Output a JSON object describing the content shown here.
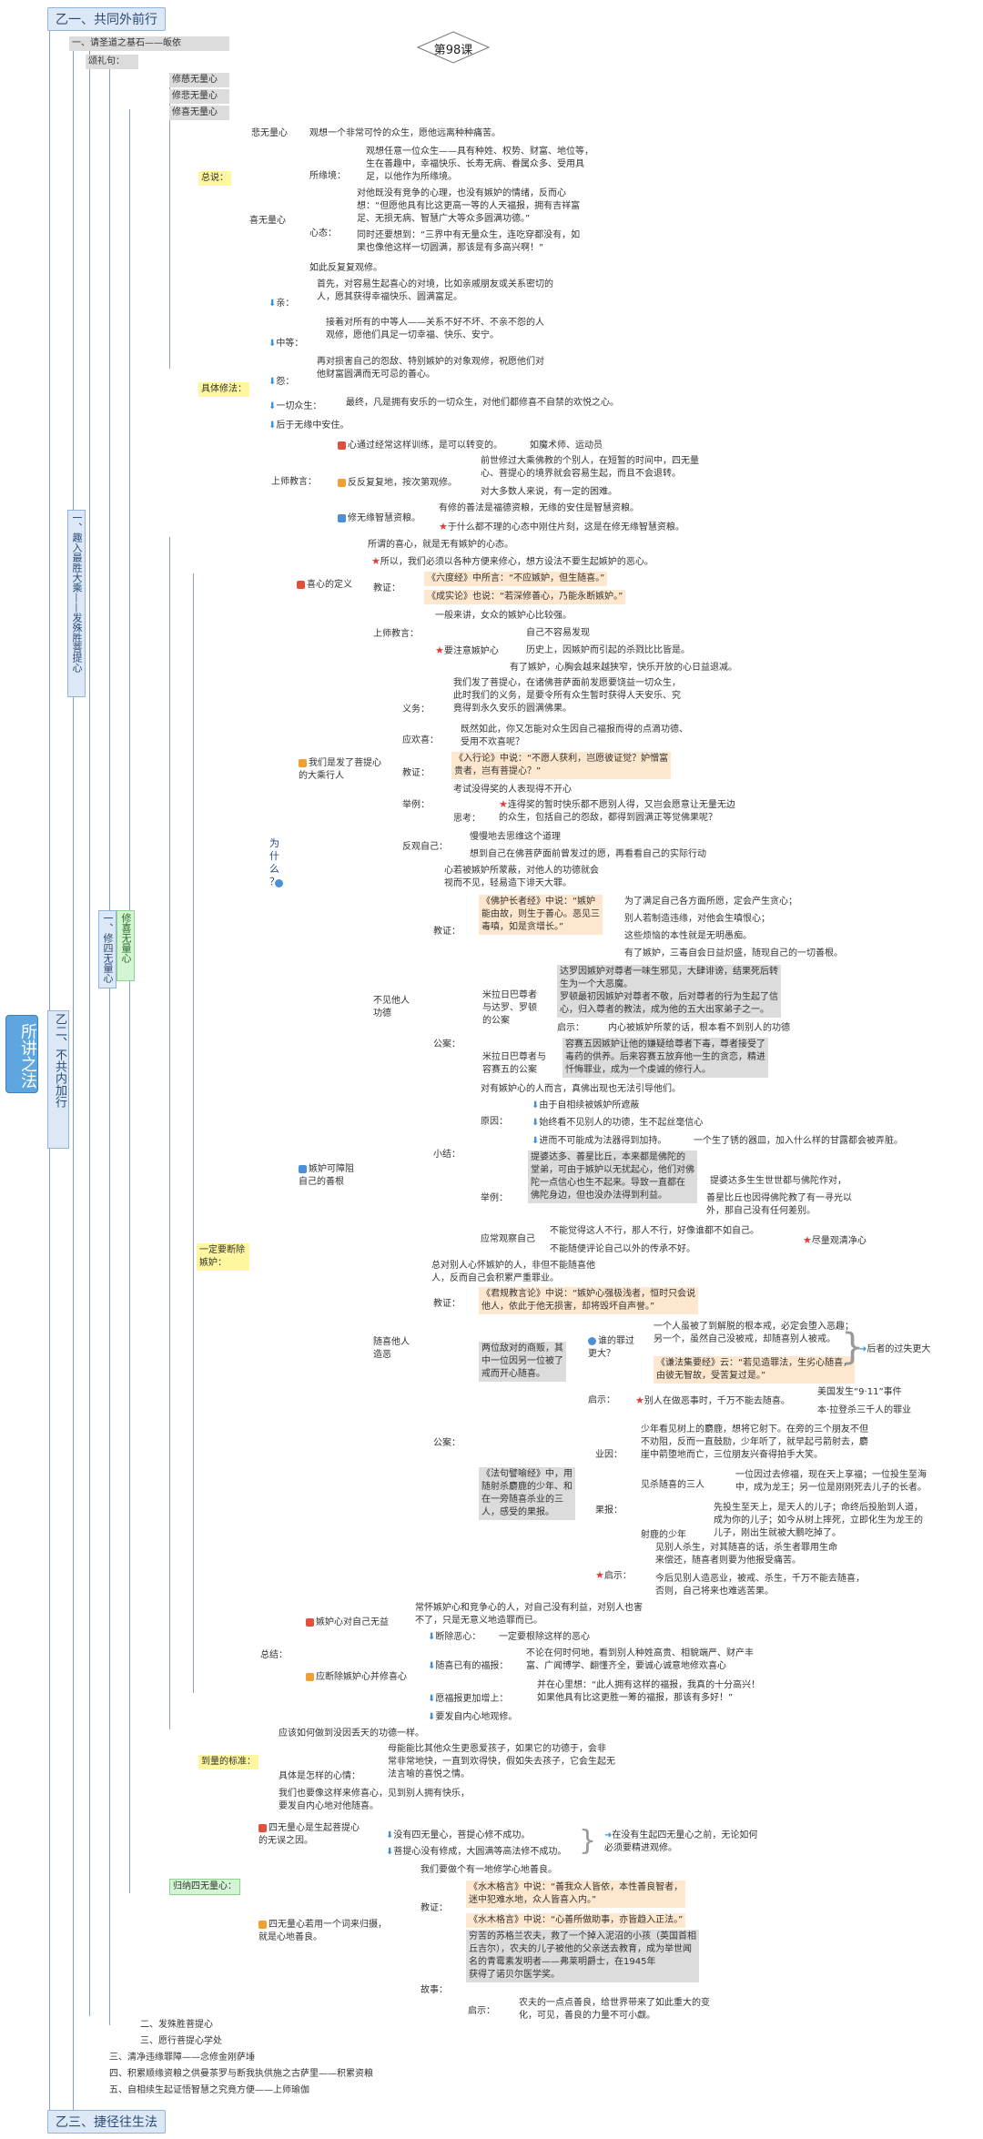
{
  "root": "所讲之法",
  "top": [
    "乙一、共同外前行",
    "乙二、不共内加行",
    "乙三、捷径往生法"
  ],
  "lesson": "第98课",
  "b1": [
    "一、请圣道之基石——皈依",
    "一、趣入最胜大乘——发殊胜菩提心",
    "二、发殊胜菩提心",
    "三、愿行菩提心学处",
    "三、清净违缘罪障——念修金刚萨埵",
    "四、积累顺缘资粮之供曼茶罗与断我执供施之古萨里——积累资粮",
    "五、自相续生起证悟智慧之究竟方便——上师瑜伽"
  ],
  "praise": "颂礼句：",
  "four": [
    "修慈无量心",
    "修悲无量心",
    "修喜无量心"
  ],
  "cur": "修喜无量心",
  "ch": {
    "zs": "总说：",
    "jtxf": "具体修法：",
    "ydds": "一定要断除嫉妒：",
    "ddbz": "到量的标准：",
    "gn": "归纳四无量心："
  },
  "zs": [
    {
      "k": "悲无量心",
      "v": "观想一个非常可怜的众生，愿他远离种种痛苦。"
    },
    {
      "k": "所缘境：",
      "v": "观想任意一位众生——具有种姓、权势、财富、地位等，\n生在善趣中，幸福快乐、长寿无病、眷属众多、受用具\n足，以他作为所缘境。"
    },
    {
      "k": "心态：",
      "v": "对他既没有竞争的心理，也没有嫉妒的情绪，反而心\n想：“但愿他具有比这更高一等的人天福报，拥有吉祥富\n足、无损无病、智慧广大等众多圆满功德。”"
    },
    {
      "k": "",
      "v": "同时还要想到：“三界中有无量众生，连吃穿都没有，如\n果也像他这样一切圆满，那该是有多高兴啊！”"
    },
    {
      "k": "",
      "v": "如此反复复观修。"
    },
    {
      "k": "喜无量心",
      "v": ""
    }
  ],
  "jt": [
    {
      "k": "亲：",
      "v": "首先，对容易生起喜心的对境，比如亲戚朋友或关系密切的\n人，愿其获得幸福快乐、圆满富足。"
    },
    {
      "k": "中等：",
      "v": "接着对所有的中等人——关系不好不坏、不亲不怨的人\n观修，愿他们具足一切幸福、快乐、安宁。"
    },
    {
      "k": "怨：",
      "v": "再对损害自己的怨敌、特别嫉妒的对象观修，祝愿他们对\n他财富圆满而无可忌的善心。"
    },
    {
      "k": "一切众生：",
      "v": "最终，凡是拥有安乐的一切众生，对他们都修喜不自禁的欢悦之心。"
    },
    {
      "k": "后于无缘中安住。",
      "v": ""
    }
  ],
  "sj": {
    "label": "上师教言：",
    "a": "心通过经常这样训练，是可以转变的。",
    "a2": "如魔术师、运动员",
    "b": "反反复复地，按次第观修。",
    "b2": "前世修过大乘佛教的个别人，在短暂的时间中，四无量\n心、菩提心的境界就会容易生起，而且不会退转。",
    "b3": "对大多数人来说，有一定的困难。",
    "c": "修无缘智慧资粮。",
    "c2": "有修的善法是福德资粮，无缘的安住是智慧资粮。",
    "c3": "于什么都不理的心态中刚住片刻，这是在修无缘智慧资粮。"
  },
  "xx": {
    "t": "喜心的定义",
    "a": "所谓的喜心，就是无有嫉妒的心态。",
    "b": "所以，我们必须以各种方便来修心，想方设法不要生起嫉妒的恶心。",
    "jz": "教证：",
    "jz1": "《六度经》中所言：“不应嫉妒，但生随喜。”",
    "jz2": "《成实论》也说：“若深修善心，乃能永断嫉妒。”",
    "sj": "上师教言：",
    "s1": "一般来讲，女众的嫉妒心比较强。",
    "s2": "要注意嫉妒心",
    "s3": "自己不容易发现",
    "s4": "历史上，因嫉妒而引起的杀戮比比皆是。",
    "s5": "有了嫉妒，心胸会越来越狭窄，快乐开放的心日益退减。"
  },
  "why": "为\n什\n么\n？",
  "fp": {
    "t": "我们是发了菩提心\n的大乘行人",
    "yw": "义务：",
    "yw1": "我们发了菩提心，在诸佛菩萨面前发愿要饶益一切众生，\n此时我们的义务，是要令所有众生暂时获得人天安乐、究\n竟得到永久安乐的圆满佛果。",
    "yh": "应欢喜：",
    "yh1": "既然如此，你又怎能对众生因自己福报而得的点滴功德、\n受用不欢喜呢？",
    "jz": "教证：",
    "jz1": "《入行论》中说：“不愿人获利，岂愿彼证觉？妒憎富\n贵者，岂有菩提心？”",
    "jl": "举例：",
    "jl1": "考试没得奖的人表现得不开心",
    "yk": "思考：",
    "yk1": "连得奖的暂时快乐都不愿别人得，又岂会愿意让无量无边\n的众生，包括自己的怨敌，都得到圆满正等觉佛果呢？",
    "fx": "反观自己：",
    "fx1": "慢慢地去思维这个道理",
    "fx2": "想到自己在佛菩萨面前曾发过的愿，再看看自己的实际行动"
  },
  "jd": {
    "t": "嫉妒可障阻\n自己的善根",
    "bj": "不见他人\n功德",
    "bj1": "心若被嫉妒所蒙蔽，对他人的功德就会\n视而不见，轻易造下诽天大罪。",
    "jz": "教证：",
    "jz1": "《佛护长者经》中说：“嫉妒\n能由故，则生于善心。恶见三\n毒嗔，如是贪增长。”",
    "jz2": "为了满足自己各方面所愿，定会产生贪心；",
    "jz3": "别人若制造违缘，对他会生嗔恨心；",
    "jz4": "这些烦恼的本性就是无明愚痴。",
    "jz5": "有了嫉妒，三毒自会日益炽盛，随现自己的一切善根。",
    "ga": "公案：",
    "ga1": "米拉日巴尊者\n与达罗、罗顿\n的公案",
    "ga1a": "达罗因嫉妒对尊者一味生邪见，大肆诽谤，结果死后转\n生为一个大恶魔。\n罗顿最初因嫉妒对尊者不敬，后对尊者的行为生起了信\n心，归入尊者的教法，成为他的五大出家弟子之一。",
    "qs": "启示：",
    "qs1": "内心被嫉妒所蒙的话，根本看不到别人的功德",
    "ga2": "米拉日巴尊者与\n容赛五的公案",
    "ga2a": "容赛五因嫉妒让他的嫌疑给尊者下毒，尊者接受了\n毒药的供养。后来容赛五放弃他一生的贪恋，精进\n忏悔罪业，成为一个虔诚的修行人。",
    "xj": "小结：",
    "xj1": "对有嫉妒心的人而言，真佛出现也无法引导他们。",
    "yy": "原因：",
    "yy1": "由于自相续被嫉妒所遮蔽",
    "yy2": "始终看不见别人的功德，生不起丝毫信心",
    "yy3": "进而不可能成为法器得到加持。",
    "yy4": "一个生了锈的器皿，加入什么样的甘露都会被弄脏。",
    "jl": "举例：",
    "jl1": "提婆达多、善星比丘，本来都是佛陀的\n堂弟，可由于嫉妒以无扰起心，他们对佛\n陀一点信心也生不起来。导致一直都在\n佛陀身边，但也没办法得到利益。",
    "jl2": "提婆达多生生世世都与佛陀作对，",
    "jl3": "善星比丘也因得佛陀教了有一寻光以\n外，那自己没有任何差别。",
    "gc": "应常观察自己",
    "gc1": "不能觉得这人不行，那人不行，好像谁都不如自己。",
    "gc2": "不能随便评论自己以外的传承不好。",
    "gc3": "尽量观清净心",
    "sx": "随喜他人\n造恶",
    "sx1": "总对别人心怀嫉妒的人，非但不能随喜他\n人，反而自己会积累严重罪业。",
    "sxj": "教证：",
    "sxj1": "《君规教言论》中说：“嫉妒心强极浅者，恒时只会说\n他人，依此于他无损害，却将毁坏自声誉。”",
    "sga": "公案：",
    "sga1": "两位敌对的商贩，其\n中一位因另一位被了\n戒而开心随喜。",
    "sga2": "谁的罪过\n更大？",
    "sga3": "一个人虽被了到解脱的根本戒，必定会堕入恶趣；\n另一个，虽然自己没被戒，却随喜别人被戒。",
    "sga4": "《谦法集要经》云：“若见造罪法，生劣心随喜，\n由彼无智故，受苦复过是。”",
    "sga5": "后者的过失更大",
    "sqs": "启示：",
    "sqs1": "别人在做恶事时，千万不能去随喜。",
    "sqs2": "美国发生“9·11”事件",
    "sqs3": "本·拉登杀三千人的罪业",
    "fy": "《法句譬喻经》中，用\n随射杀麝鹿的少年、和\n在一旁随喜杀业的三\n人，感受的果报。",
    "ya": "业因：",
    "ya1": "少年看见树上的麝鹿，想将它射下。在旁的三个朋友不但\n不劝阻，反而一直鼓励，少年听了，就早起弓箭射去，麝\n崖中箭堕地而亡，三位朋友兴奋得拍手大笑。",
    "gb": "果报：",
    "gb1": "见杀随喜的三人",
    "gb1a": "一位因过去修福，现在天上享福；一位投生至海\n中，成为龙王；另一位是刚刚死去儿子的长者。",
    "gb2": "射鹿的少年",
    "gb2a": "先投生至天上，是天人的儿子；命终后投胎到人道，\n成为你的儿子；如今从树上摔死，立即化生为龙王的\n儿子，刚出生就被大鹏吃掉了。",
    "sqs4": "启示：",
    "sqs5": "见别人杀生，对其随喜的话，杀生者罪用生命\n来偿还，随喜者则要为他报受痛苦。",
    "sqs6": "今后见别人造恶业，被戒、杀生，千万不能去随喜，\n否则，自己将来也难逃苦果。"
  },
  "zj": {
    "t": "总结：",
    "a": "嫉妒心对自己无益",
    "a1": "常怀嫉妒心和竞争心的人，对自己没有利益，对别人也害\n不了，只是无意义地造罪而已。",
    "b": "应断除嫉妒心并修喜心",
    "b1": "断除恶心：",
    "b1a": "一定要根除这样的恶心",
    "b2": "随喜已有的福报：",
    "b2a": "不论在何时何地，看到别人种姓高贵、相貌端严、财产丰\n富、广闻博学、翻懂齐全，要诚心诚意地修欢喜心",
    "b3": "愿福报更加增上：",
    "b3a": "并在心里想：“此人拥有这样的福报，我真的十分高兴！\n如果他具有比这更胜一筹的福报，那该有多好！”",
    "b4": "要发自内心地观修。"
  },
  "dl": {
    "a": "应该如何做到没因丢天的功德一样。",
    "b": "具体是怎样的心情：",
    "b1": "母能能比其他众生更恩爱孩子，如果它的功德于，会非\n常非常地快，一直到欢得快，假如失去孩子，它会生起无\n法言喻的喜悦之情。",
    "c": "我们也要像这样来修喜心，见到别人拥有快乐，\n要发自内心地对他随喜。"
  },
  "gn": {
    "a": "四无量心是生起菩提心\n的无误之因。",
    "a1": "没有四无量心，菩提心修不成功。",
    "a2": "菩提心没有修成，大圆满等高法修不成功。",
    "a3": "在没有生起四无量心之前，无论如何\n必须要精进观修。",
    "b": "四无量心若用一个词来归摄，\n就是心地善良。",
    "b1": "我们要做个有一地修学心地善良。",
    "bj": "教证：",
    "bj1": "《水木格言》中说：“善我众人皆依，本性善良智者，\n迷中犯难水地，众人皆喜入内。”",
    "bj2": "《水木格言》中说：“心善所做助事，亦皆趋入正法。”",
    "gs": "故事：",
    "gs1": "穷苦的苏格兰农夫，救了一个掉入泥沼的小孩（英国首相\n丘吉尔），农夫的儿子被他的父亲送去教育，成为举世闻\n名的青霉素发明者——弗莱明爵士，在1945年\n获得了诺贝尔医学奖。",
    "gqs": "启示：",
    "gqs1": "农夫的一点点善良，给世界带来了如此重大的变\n化，可见，善良的力量不可小觑。"
  }
}
